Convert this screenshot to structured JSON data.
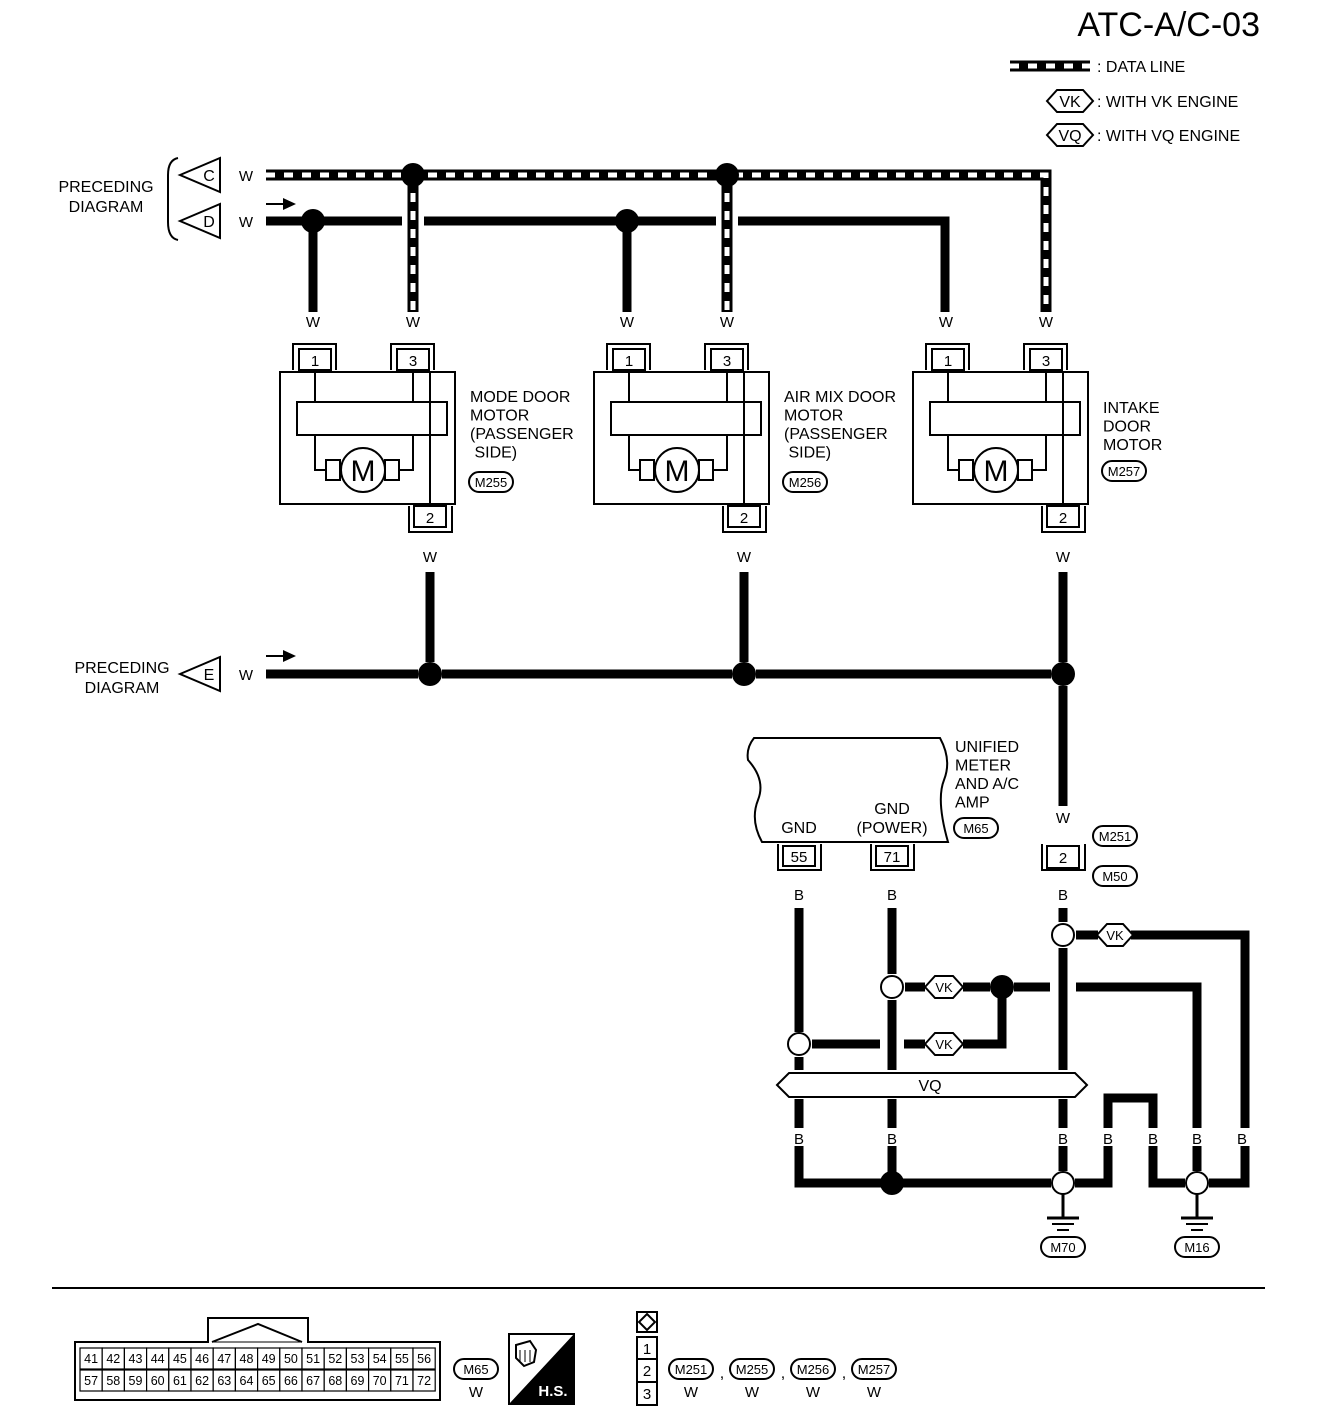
{
  "page": {
    "title": "ATC-A/C-03",
    "preceding": "PRECEDING\nDIAGRAM"
  },
  "legend": {
    "data_line": ": DATA LINE",
    "vk_tag": "VK",
    "vk_text": ": WITH VK ENGINE",
    "vq_tag": "VQ",
    "vq_text": ": WITH VQ ENGINE"
  },
  "connectors_in": {
    "c": "C",
    "d": "D",
    "e": "E"
  },
  "wire": {
    "white": "W",
    "black": "B"
  },
  "motors": [
    {
      "name": "MODE DOOR\nMOTOR\n(PASSENGER\n SIDE)",
      "code": "M255"
    },
    {
      "name": "AIR MIX DOOR\nMOTOR\n(PASSENGER\n SIDE)",
      "code": "M256"
    },
    {
      "name": "INTAKE\nDOOR\nMOTOR",
      "code": "M257"
    }
  ],
  "pins": {
    "p1": "1",
    "p2": "2",
    "p3": "3"
  },
  "motor_symbol": "M",
  "amp": {
    "name": "UNIFIED\nMETER\nAND A/C\nAMP",
    "code": "M65",
    "gnd": "GND",
    "gnd_power": "GND\n(POWER)",
    "pin55": "55",
    "pin71": "71"
  },
  "joint": {
    "code1": "M251",
    "pin": "2",
    "code2": "M50"
  },
  "vq_bar": "VQ",
  "grounds": [
    "M70",
    "M16"
  ],
  "bottom": {
    "m65_row1": [
      "41",
      "42",
      "43",
      "44",
      "45",
      "46",
      "47",
      "48",
      "49",
      "50",
      "51",
      "52",
      "53",
      "54",
      "55",
      "56"
    ],
    "m65_row2": [
      "57",
      "58",
      "59",
      "60",
      "61",
      "62",
      "63",
      "64",
      "65",
      "66",
      "67",
      "68",
      "69",
      "70",
      "71",
      "72"
    ],
    "m65_code": "M65",
    "m65_color": "W",
    "hs": "H.S.",
    "pins3": [
      "1",
      "2",
      "3"
    ],
    "codes": [
      "M251",
      "M255",
      "M256",
      "M257"
    ],
    "code_colors": [
      "W",
      "W",
      "W",
      "W"
    ],
    "comma": ","
  }
}
